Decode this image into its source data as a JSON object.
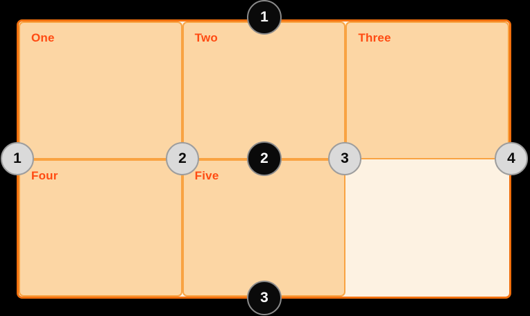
{
  "background_color": "#000000",
  "grid": {
    "container_border_color": "#f1700e",
    "track_background": "#fdf2e2",
    "cell_fill": "#fcd6a4",
    "cell_border_color": "#f9a342",
    "label_color": "#ff4b12",
    "columns": 3,
    "rows": 2,
    "cells": [
      {
        "label": "One",
        "row": 1,
        "column": 1
      },
      {
        "label": "Two",
        "row": 1,
        "column": 2
      },
      {
        "label": "Three",
        "row": 1,
        "column": 3
      },
      {
        "label": "Four",
        "row": 2,
        "column": 1
      },
      {
        "label": "Five",
        "row": 2,
        "column": 2
      },
      {
        "label": "",
        "row": 2,
        "column": 3,
        "empty": true
      }
    ]
  },
  "column_line_markers": {
    "fill": "#dadada",
    "border_color": "#9d9d9d",
    "text_color": "#0b0b0b",
    "items": [
      {
        "number": "1"
      },
      {
        "number": "2"
      },
      {
        "number": "3"
      },
      {
        "number": "4"
      }
    ]
  },
  "row_line_markers": {
    "fill": "#0a0a0a",
    "border_color": "#8b8b8b",
    "text_color": "#ffffff",
    "items": [
      {
        "number": "1"
      },
      {
        "number": "2"
      },
      {
        "number": "3"
      }
    ]
  }
}
